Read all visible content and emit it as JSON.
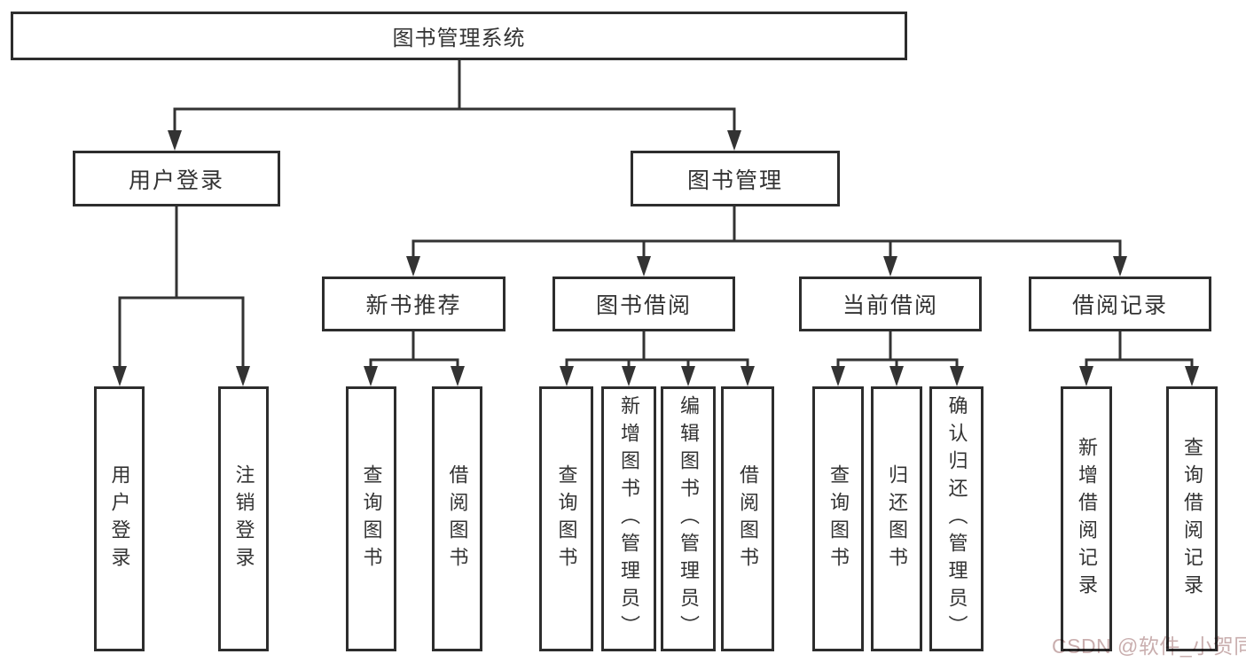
{
  "diagram_title": "图书管理系统",
  "colors": {
    "line": "#333333",
    "box_border": "#2d2d2d",
    "text": "#333333",
    "background": "#ffffff",
    "watermark": "#c9aeae"
  },
  "nodes": {
    "root": "图书管理系统",
    "user_login": "用户登录",
    "book_mgmt": "图书管理",
    "new_book_rec": "新书推荐",
    "book_borrow": "图书借阅",
    "current_borrow": "当前借阅",
    "borrow_history": "借阅记录",
    "leaf_user_login": "用户登录",
    "leaf_logout": "注销登录",
    "rec_query_books": "查询图书",
    "rec_borrow_books": "借阅图书",
    "bb_query_books": "查询图书",
    "bb_add_books": "新增图书（管理员）",
    "bb_edit_books": "编辑图书（管理员）",
    "bb_borrow_books": "借阅图书",
    "cb_query_books": "查询图书",
    "cb_return_books": "归还图书",
    "cb_confirm_return": "确认归还（管理员）",
    "bh_add_record": "新增借阅记录",
    "bh_query_record": "查询借阅记录"
  },
  "hierarchy": {
    "图书管理系统": {
      "用户登录": [
        "用户登录",
        "注销登录"
      ],
      "图书管理": {
        "新书推荐": [
          "查询图书",
          "借阅图书"
        ],
        "图书借阅": [
          "查询图书",
          "新增图书（管理员）",
          "编辑图书（管理员）",
          "借阅图书"
        ],
        "当前借阅": [
          "查询图书",
          "归还图书",
          "确认归还（管理员）"
        ],
        "借阅记录": [
          "新增借阅记录",
          "查询借阅记录"
        ]
      }
    }
  },
  "watermark": {
    "text": "CSDN @软件_小贺同学"
  }
}
